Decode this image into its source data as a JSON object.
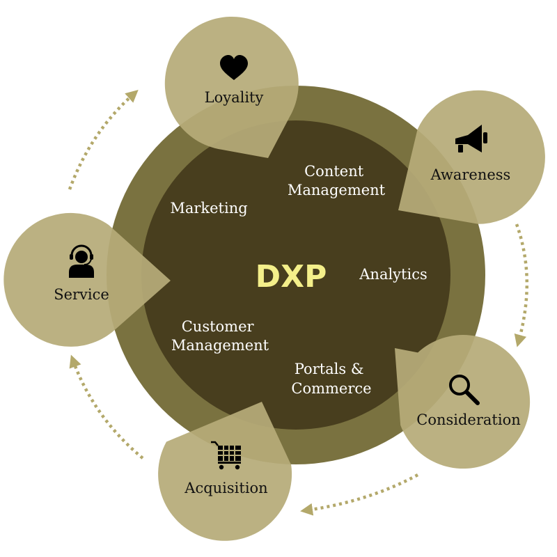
{
  "center": {
    "title": "DXP",
    "capabilities": [
      {
        "id": "content-management",
        "lines": [
          "Content",
          "Management"
        ]
      },
      {
        "id": "marketing",
        "lines": [
          "Marketing"
        ]
      },
      {
        "id": "analytics",
        "lines": [
          "Analytics"
        ]
      },
      {
        "id": "customer-management",
        "lines": [
          "Customer",
          "Management"
        ]
      },
      {
        "id": "portals-commerce",
        "lines": [
          "Portals &",
          "Commerce"
        ]
      }
    ]
  },
  "stages": [
    {
      "id": "loyality",
      "label": "Loyality",
      "icon": "heart-icon"
    },
    {
      "id": "awareness",
      "label": "Awareness",
      "icon": "megaphone-icon"
    },
    {
      "id": "consideration",
      "label": "Consideration",
      "icon": "magnifier-icon"
    },
    {
      "id": "acquisition",
      "label": "Acquisition",
      "icon": "shopping-cart-icon"
    },
    {
      "id": "service",
      "label": "Service",
      "icon": "headset-agent-icon"
    }
  ],
  "colors": {
    "outer_ring": "#7a7240",
    "inner_disc": "#483e1e",
    "petal": "#b6ab78",
    "dxp_text": "#f4ef8a",
    "capability_text": "#ffffff",
    "stage_text": "#111111",
    "arrow": "#b3a86a"
  }
}
